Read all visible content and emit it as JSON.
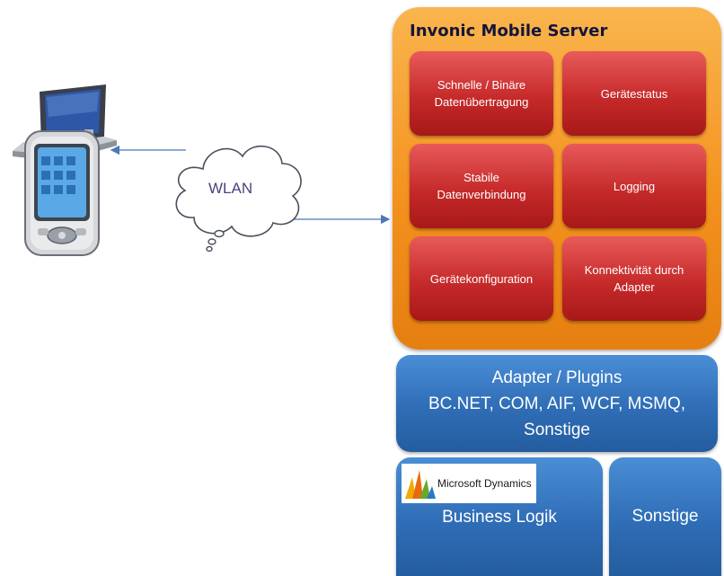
{
  "server": {
    "title": "Invonic Mobile Server",
    "features": [
      "Schnelle / Binäre\nDatenübertragung",
      "Gerätestatus",
      "Stabile\nDatenverbindung",
      "Logging",
      "Gerätekonfiguration",
      "Konnektivität durch\nAdapter"
    ]
  },
  "cloud": {
    "label": "WLAN"
  },
  "adapter": {
    "line1": "Adapter / Plugins",
    "line2": "BC.NET, COM, AIF, WCF, MSMQ,",
    "line3": "Sonstige"
  },
  "business": {
    "logo_text": "Microsoft Dynamics",
    "label": "Business Logik"
  },
  "other": {
    "label": "Sonstige"
  },
  "colors": {
    "server_orange": "#f4921e",
    "feature_red": "#c62a2a",
    "block_blue": "#2f6db6",
    "arrow_blue": "#4a78b8"
  }
}
